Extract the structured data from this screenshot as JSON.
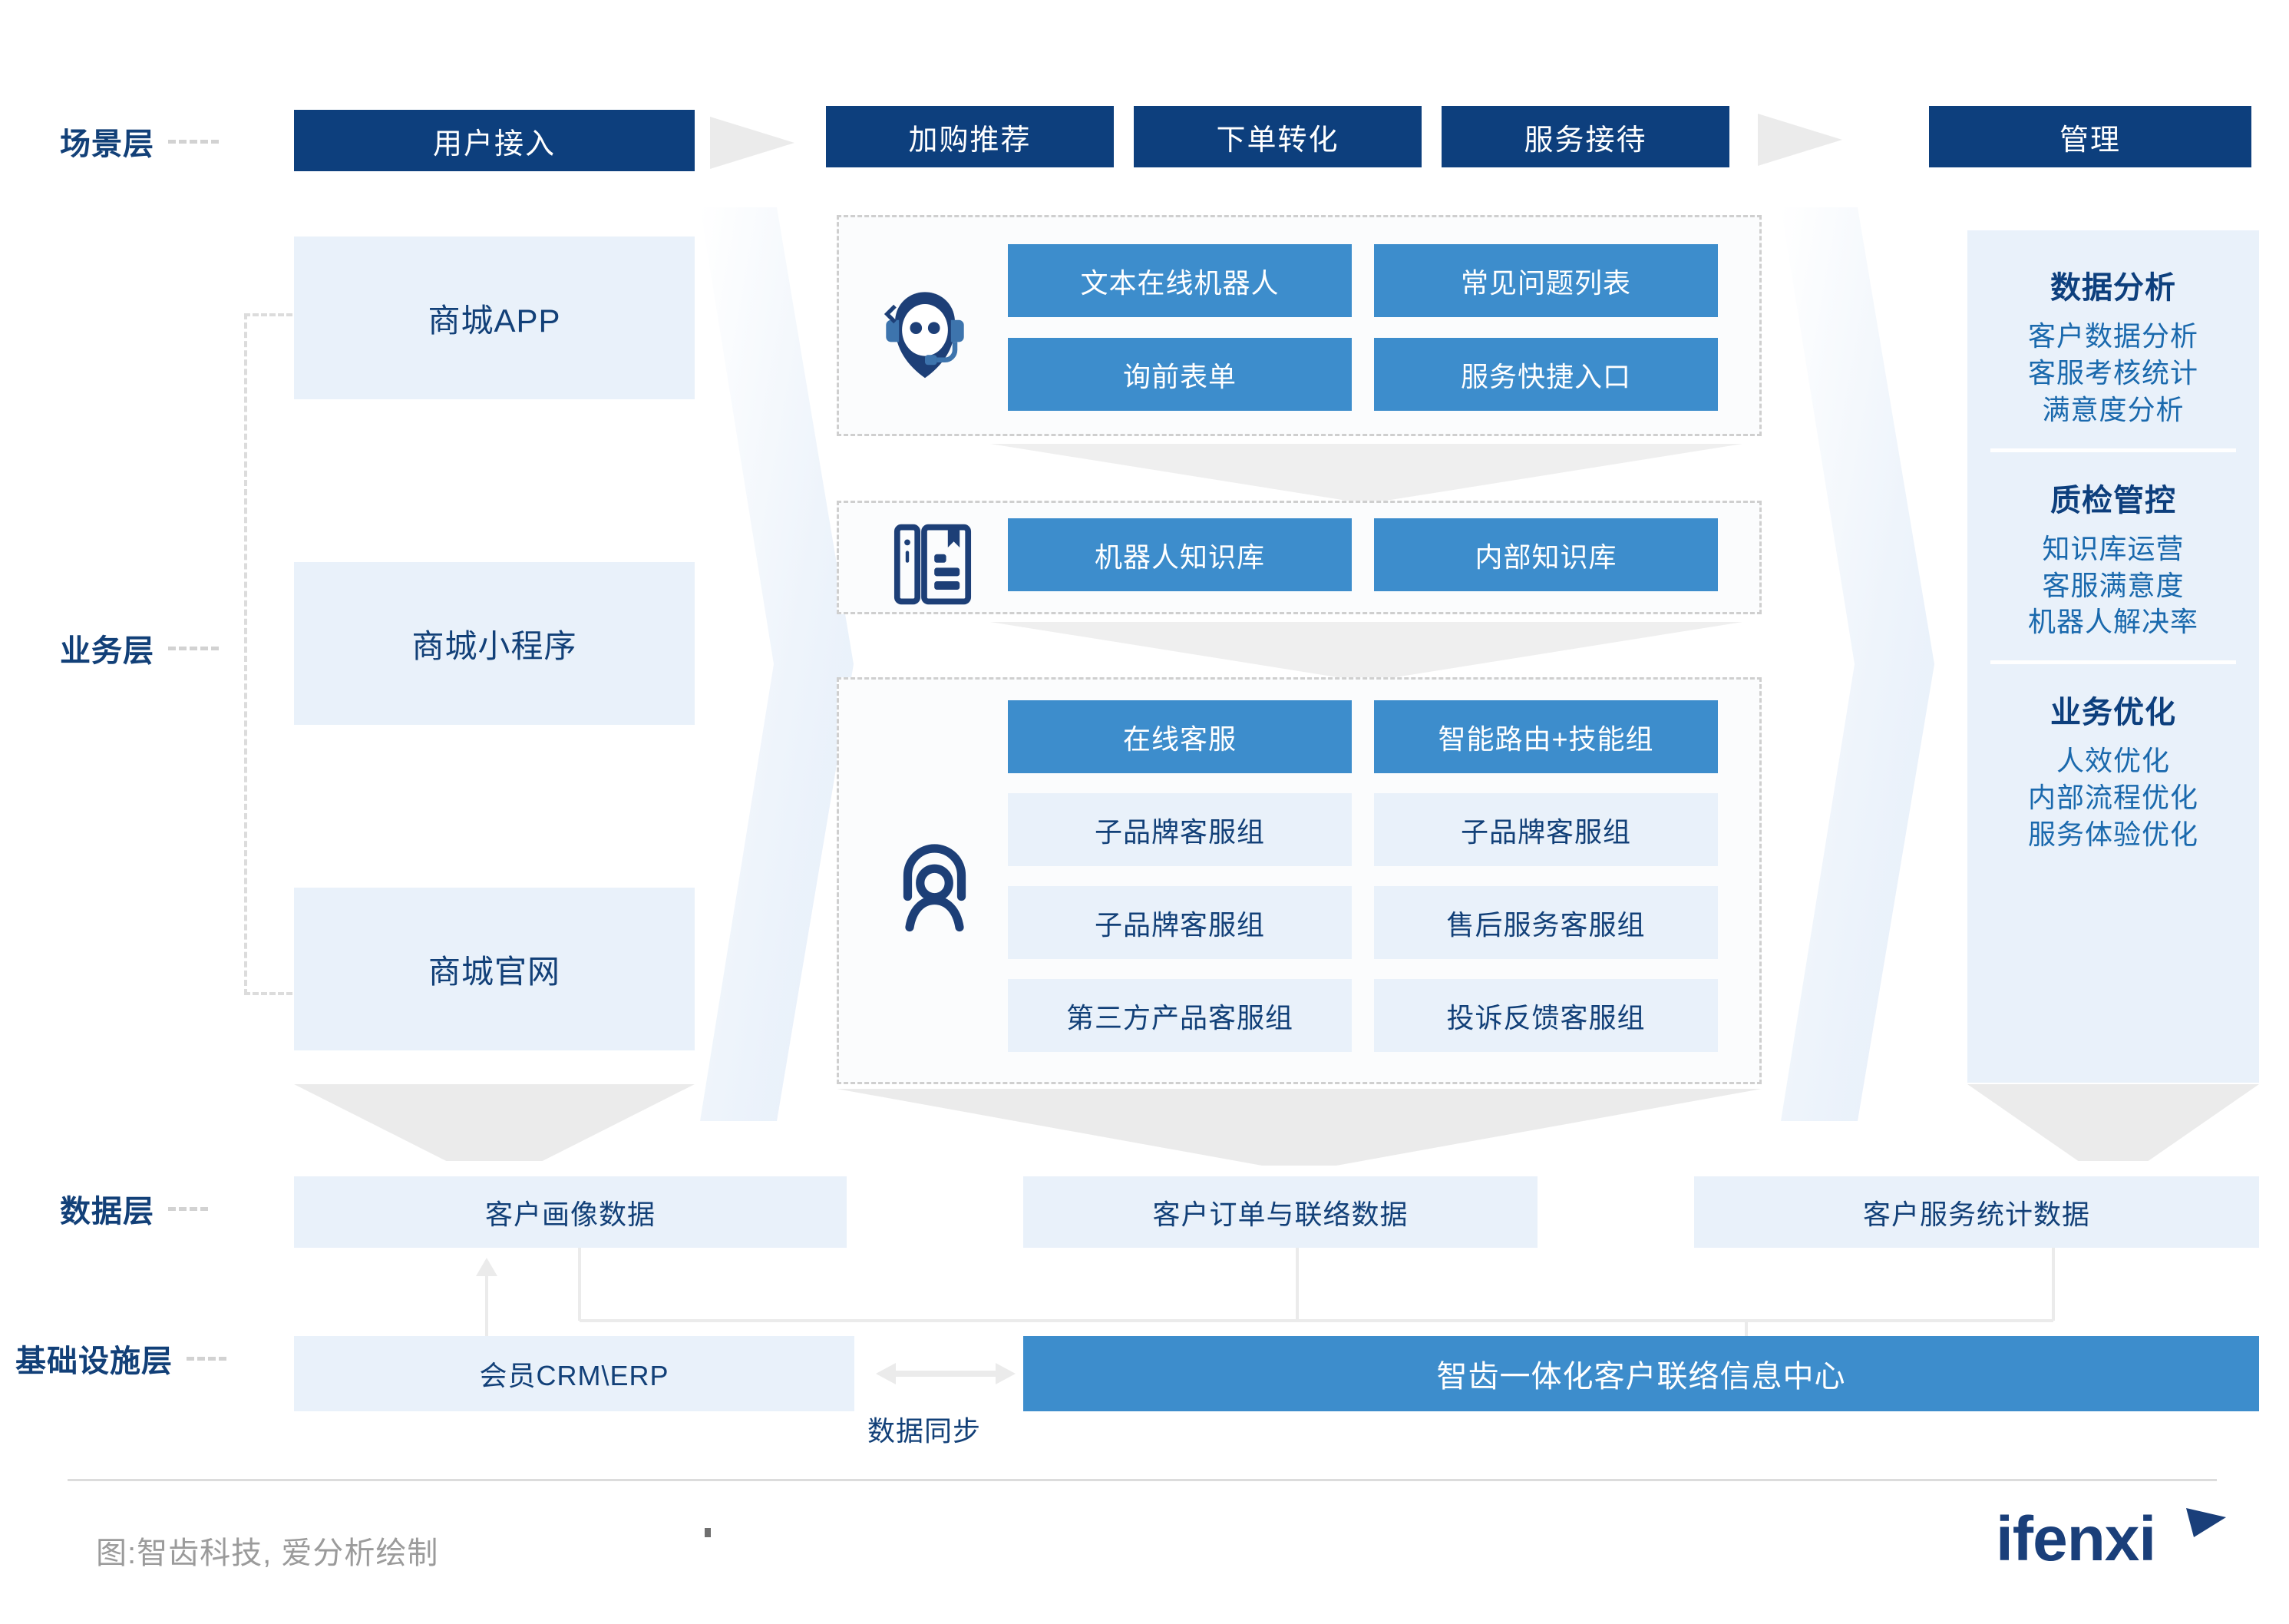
{
  "layers": [
    {
      "id": "scenario",
      "label": "场景层"
    },
    {
      "id": "business",
      "label": "业务层"
    },
    {
      "id": "data",
      "label": "数据层"
    },
    {
      "id": "infrastructure",
      "label": "基础设施层"
    }
  ],
  "scenario_row": {
    "left": "用户接入",
    "middle": [
      "加购推荐",
      "下单转化",
      "服务接待"
    ],
    "right": "管理"
  },
  "channels": [
    "商城APP",
    "商城小程序",
    "商城官网"
  ],
  "groups": [
    {
      "id": "robot",
      "icon": "headset-robot-icon",
      "boxes": [
        {
          "label": "文本在线机器人",
          "style": "mid"
        },
        {
          "label": "常见问题列表",
          "style": "mid"
        },
        {
          "label": "询前表单",
          "style": "mid"
        },
        {
          "label": "服务快捷入口",
          "style": "mid"
        }
      ]
    },
    {
      "id": "knowledge",
      "icon": "knowledge-book-icon",
      "boxes": [
        {
          "label": "机器人知识库",
          "style": "mid"
        },
        {
          "label": "内部知识库",
          "style": "mid"
        }
      ]
    },
    {
      "id": "agents",
      "icon": "agent-person-icon",
      "boxes": [
        {
          "label": "在线客服",
          "style": "mid"
        },
        {
          "label": "智能路由+技能组",
          "style": "mid"
        },
        {
          "label": "子品牌客服组",
          "style": "pale"
        },
        {
          "label": "子品牌客服组",
          "style": "pale"
        },
        {
          "label": "子品牌客服组",
          "style": "pale"
        },
        {
          "label": "售后服务客服组",
          "style": "pale"
        },
        {
          "label": "第三方产品客服组",
          "style": "pale"
        },
        {
          "label": "投诉反馈客服组",
          "style": "pale"
        }
      ]
    }
  ],
  "management": {
    "sections": [
      {
        "title": "数据分析",
        "items": [
          "客户数据分析",
          "客服考核统计",
          "满意度分析"
        ]
      },
      {
        "title": "质检管控",
        "items": [
          "知识库运营",
          "客服满意度",
          "机器人解决率"
        ]
      },
      {
        "title": "业务优化",
        "items": [
          "人效优化",
          "内部流程优化",
          "服务体验优化"
        ]
      }
    ]
  },
  "data_layer": [
    "客户画像数据",
    "客户订单与联络数据",
    "客户服务统计数据"
  ],
  "infrastructure": {
    "left": "会员CRM\\ERP",
    "sync_label": "数据同步",
    "right": "智齿一体化客户联络信息中心"
  },
  "footer": {
    "source": "图:智齿科技, 爱分析绘制",
    "logo": "ifenxi"
  },
  "colors": {
    "dark_blue": "#0d3f7d",
    "mid_blue": "#3d8dcc",
    "pale_blue": "#e9f1fa",
    "text_blue": "#124078",
    "gray": "#ebebeb"
  }
}
